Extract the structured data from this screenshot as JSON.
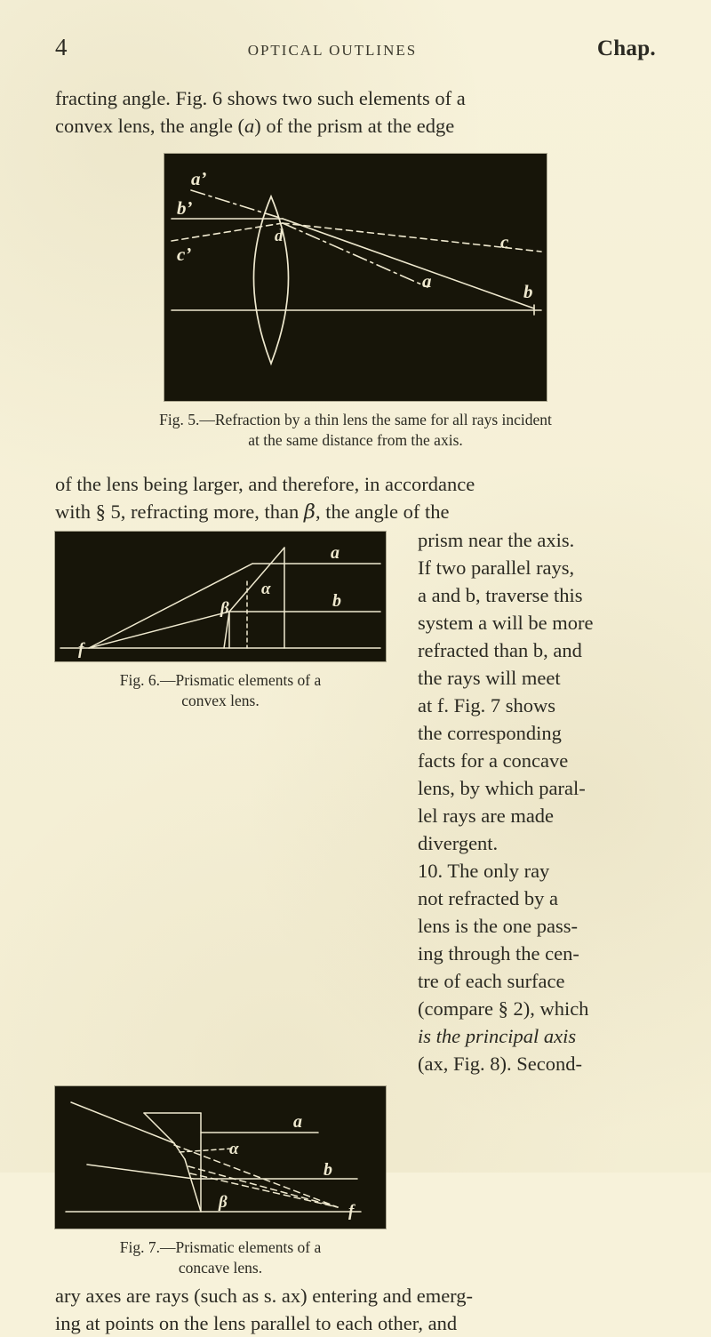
{
  "page": {
    "folio": "4",
    "running_title": "OPTICAL OUTLINES",
    "chapter_marker": "Chap.",
    "paper_color": "#f7f2da",
    "ink_color": "#2b2a22",
    "plate_background": "#171509",
    "plate_line_color": "#efe9cf"
  },
  "paragraph_top": {
    "line1": "fracting angle.  Fig. 6 shows two such elements of a",
    "line2_a": "convex lens, the angle (",
    "line2_italic": "a",
    "line2_b": ") of the prism at the edge"
  },
  "figure5": {
    "caption_line1": "Fig. 5.—Refraction by a thin lens the same for all rays incident",
    "caption_line2": "at the same distance from the axis.",
    "fig_label": "Fig. 5.",
    "caption_text": "Refraction by a thin lens the same for all rays incident at the same distance from the axis.",
    "diagram_labels": [
      "a'",
      "b'",
      "c'",
      "d",
      "a",
      "c",
      "b"
    ]
  },
  "figure6": {
    "caption_line1": "Fig. 6.—Prismatic elements of a",
    "caption_line2": "convex lens.",
    "fig_label": "Fig. 6.",
    "caption_text": "Prismatic elements of a convex lens.",
    "diagram_labels": [
      "a",
      "b",
      "α",
      "β",
      "f"
    ]
  },
  "figure7": {
    "caption_line1": "Fig. 7.—Prismatic elements of a",
    "caption_line2": "concave lens.",
    "fig_label": "Fig. 7.",
    "caption_text": "Prismatic elements of a concave lens.",
    "diagram_labels": [
      "a",
      "b",
      "α",
      "β",
      "f"
    ]
  },
  "paragraph_mid": {
    "line1": "of the lens being larger, and therefore, in accordance",
    "line2_a": "with § 5, refracting more, than ",
    "line2_beta": "β",
    "line2_b": ", the angle of the"
  },
  "right_column": {
    "lines": [
      "prism near the axis.",
      "If two parallel rays,",
      "a and b, traverse this",
      "system a will be more",
      "refracted than b, and",
      "the rays will meet",
      "at f.  Fig. 7 shows",
      "the corresponding",
      "facts for a concave",
      "lens, by which paral-",
      "lel rays are made",
      "divergent.",
      "10. The only ray",
      "not refracted by a",
      "lens is the one pass-",
      "ing through the cen-",
      "tre of each surface",
      "(compare § 2), which",
      "is the principal axis",
      "(ax, Fig. 8). Second-"
    ]
  },
  "paragraph_tail": {
    "line1": "ary axes are rays (such as s. ax) entering and emerg-",
    "line2": "ing at points on the lens parallel to each other, and"
  }
}
